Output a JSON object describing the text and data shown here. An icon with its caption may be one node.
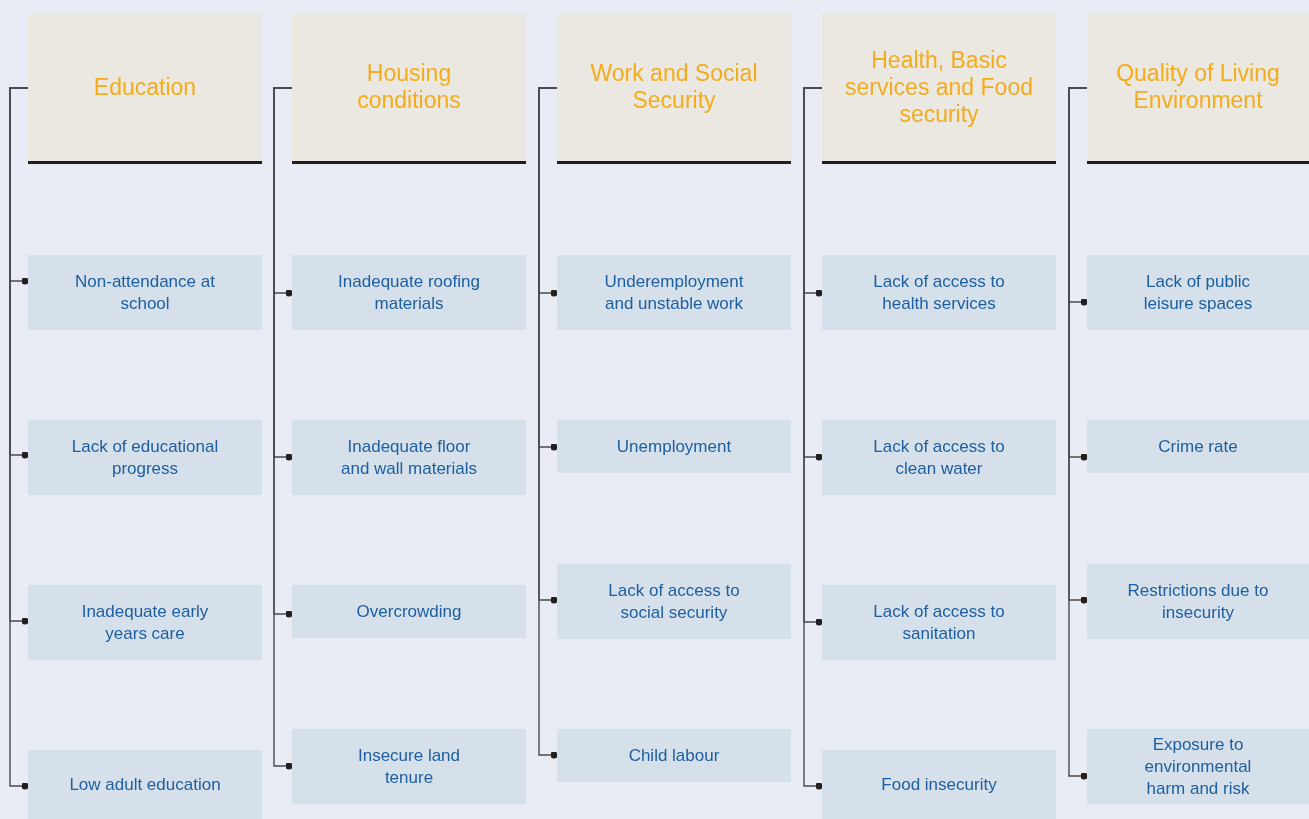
{
  "diagram": {
    "nodes": [
      {
        "text": [
          "Education"
        ]
      },
      {
        "text": [
          "Non-attendance at school"
        ]
      },
      {
        "text": [
          "Lack of educational progress"
        ]
      },
      {
        "text": [
          "Inadequate early years care"
        ]
      },
      {
        "text": [
          "Low adult education"
        ]
      },
      {
        "text": [
          "Housing conditions"
        ]
      },
      {
        "text": [
          "Inadequate roofing materials"
        ]
      },
      {
        "text": [
          "Inadequate floor and wall materials"
        ]
      },
      {
        "text": [
          "Overcrowding"
        ]
      },
      {
        "text": [
          "Insecure land tenure"
        ]
      },
      {
        "text": [
          "Work and Social Security"
        ]
      },
      {
        "text": [
          "Underemployment and unstable work"
        ]
      },
      {
        "text": [
          "Unemployment"
        ]
      },
      {
        "text": [
          "Lack of access to social security"
        ]
      },
      {
        "text": [
          "Child labour"
        ]
      },
      {
        "text": [
          "Health, Basic services and Food security"
        ]
      },
      {
        "text": [
          "Lack of access to health services"
        ]
      },
      {
        "text": [
          "Lack of access to clean water"
        ]
      },
      {
        "text": [
          "Lack of access to sanitation"
        ]
      },
      {
        "text": [
          "Food insecurity"
        ]
      },
      {
        "text": [
          "Quality of Living Environment"
        ]
      },
      {
        "text": [
          "Lack of public leisure spaces"
        ]
      },
      {
        "text": [
          "Crime rate"
        ]
      },
      {
        "text": [
          "Restrictions due to insecurity"
        ]
      },
      {
        "text": [
          "Exposure to environmental harm and risk"
        ]
      }
    ],
    "edges": [
      {
        "from": 0,
        "to": 1,
        "arrow": "other"
      },
      {
        "from": 0,
        "to": 2,
        "arrow": "other"
      },
      {
        "from": 0,
        "to": 3,
        "arrow": "other"
      },
      {
        "from": 0,
        "to": 4,
        "arrow": "other"
      },
      {
        "from": 5,
        "to": 6,
        "arrow": "other"
      },
      {
        "from": 5,
        "to": 7,
        "arrow": "other"
      },
      {
        "from": 5,
        "to": 8,
        "arrow": "other"
      },
      {
        "from": 5,
        "to": 9,
        "arrow": "other"
      },
      {
        "from": 10,
        "to": 11,
        "arrow": "other"
      },
      {
        "from": 10,
        "to": 12,
        "arrow": "other"
      },
      {
        "from": 10,
        "to": 13,
        "arrow": "other"
      },
      {
        "from": 10,
        "to": 14,
        "arrow": "other"
      },
      {
        "from": 15,
        "to": 16,
        "arrow": "other"
      },
      {
        "from": 15,
        "to": 17,
        "arrow": "other"
      },
      {
        "from": 15,
        "to": 18,
        "arrow": "other"
      },
      {
        "from": 15,
        "to": 19,
        "arrow": "other"
      },
      {
        "from": 20,
        "to": 21,
        "arrow": "other"
      },
      {
        "from": 20,
        "to": 22,
        "arrow": "other"
      },
      {
        "from": 20,
        "to": 23,
        "arrow": "other"
      },
      {
        "from": 20,
        "to": 24,
        "arrow": "other"
      }
    ]
  }
}
